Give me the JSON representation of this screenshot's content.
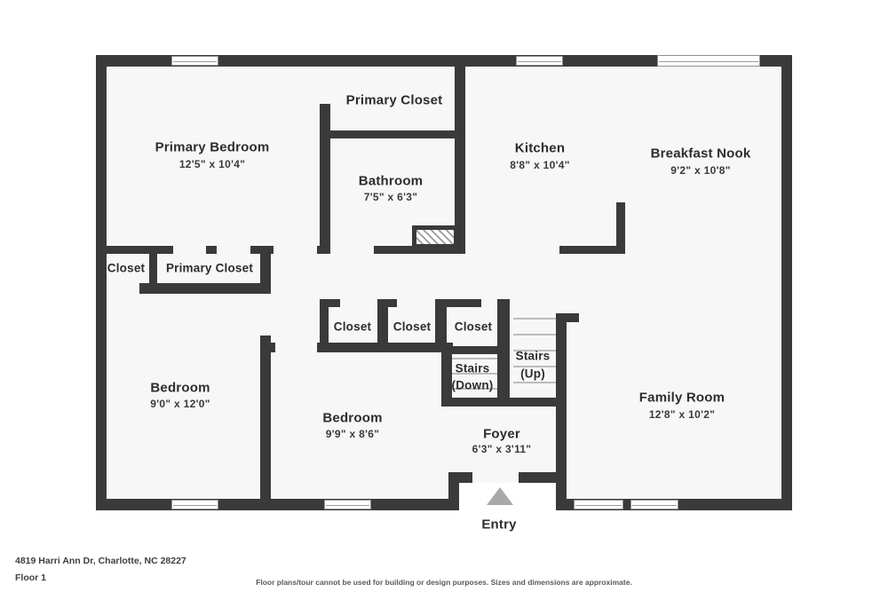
{
  "footer": {
    "address": "4819 Harri Ann Dr, Charlotte, NC 28227",
    "floor": "Floor 1",
    "disclaimer": "Floor plans/tour cannot be used for building or design purposes. Sizes and dimensions are approximate."
  },
  "rooms": {
    "primary_bedroom": {
      "name": "Primary Bedroom",
      "dims": "12'5\" x 10'4\""
    },
    "primary_closet_top": {
      "name": "Primary Closet"
    },
    "bathroom": {
      "name": "Bathroom",
      "dims": "7'5\" x 6'3\""
    },
    "kitchen": {
      "name": "Kitchen",
      "dims": "8'8\" x 10'4\""
    },
    "breakfast_nook": {
      "name": "Breakfast Nook",
      "dims": "9'2\" x 10'8\""
    },
    "closet_a": {
      "name": "Closet"
    },
    "primary_closet_lower": {
      "name": "Primary Closet"
    },
    "closet_b": {
      "name": "Closet"
    },
    "closet_c": {
      "name": "Closet"
    },
    "closet_d": {
      "name": "Closet"
    },
    "stairs_down": {
      "line1": "Stairs",
      "line2": "(Down)"
    },
    "stairs_up": {
      "line1": "Stairs",
      "line2": "(Up)"
    },
    "bedroom_left": {
      "name": "Bedroom",
      "dims": "9'0\" x 12'0\""
    },
    "bedroom_middle": {
      "name": "Bedroom",
      "dims": "9'9\" x 8'6\""
    },
    "foyer": {
      "name": "Foyer",
      "dims": "6'3\" x 3'11\""
    },
    "family_room": {
      "name": "Family Room",
      "dims": "12'8\" x 10'2\""
    },
    "entry": {
      "name": "Entry"
    }
  },
  "colors": {
    "wall": "#3a3a3a",
    "floor_fill": "#f7f7f7",
    "entry_arrow": "#a9a9a9"
  }
}
